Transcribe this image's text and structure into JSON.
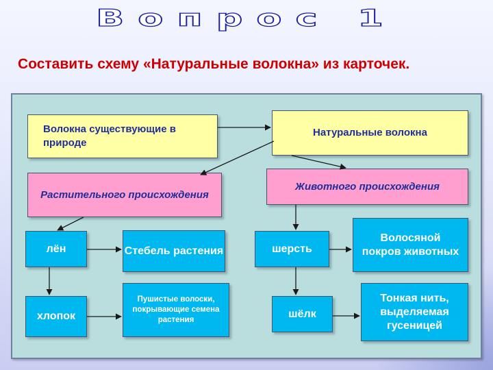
{
  "slide": {
    "title": "Вопрос 1",
    "subtitle": "Составить схему «Натуральные волокна» из карточек."
  },
  "diagram": {
    "nodes": {
      "existing": "Волокна существующие в природе",
      "natural": "Натуральные волокна",
      "plant": "Растительного происхождения",
      "animal": "Животного происхождения",
      "flax": "лён",
      "stem": "Стебель растения",
      "cotton": "хлопок",
      "fluffy": "Пушистые волоски, покрывающие семена растения",
      "wool": "шерсть",
      "hair": "Волосяной покров животных",
      "silk": "шёлк",
      "thread": "Тонкая нить, выделяемая гусеницей"
    }
  },
  "colors": {
    "title_fill": "#ffffff",
    "title_outline": "#1a1fa8",
    "subtitle": "#cc0000",
    "panel": "#b9dedd",
    "yellow_card": "#ffffa6",
    "pink_card": "#ff9fd0",
    "blue_card": "#00b8f0",
    "arrow": "#1a1a1a"
  }
}
